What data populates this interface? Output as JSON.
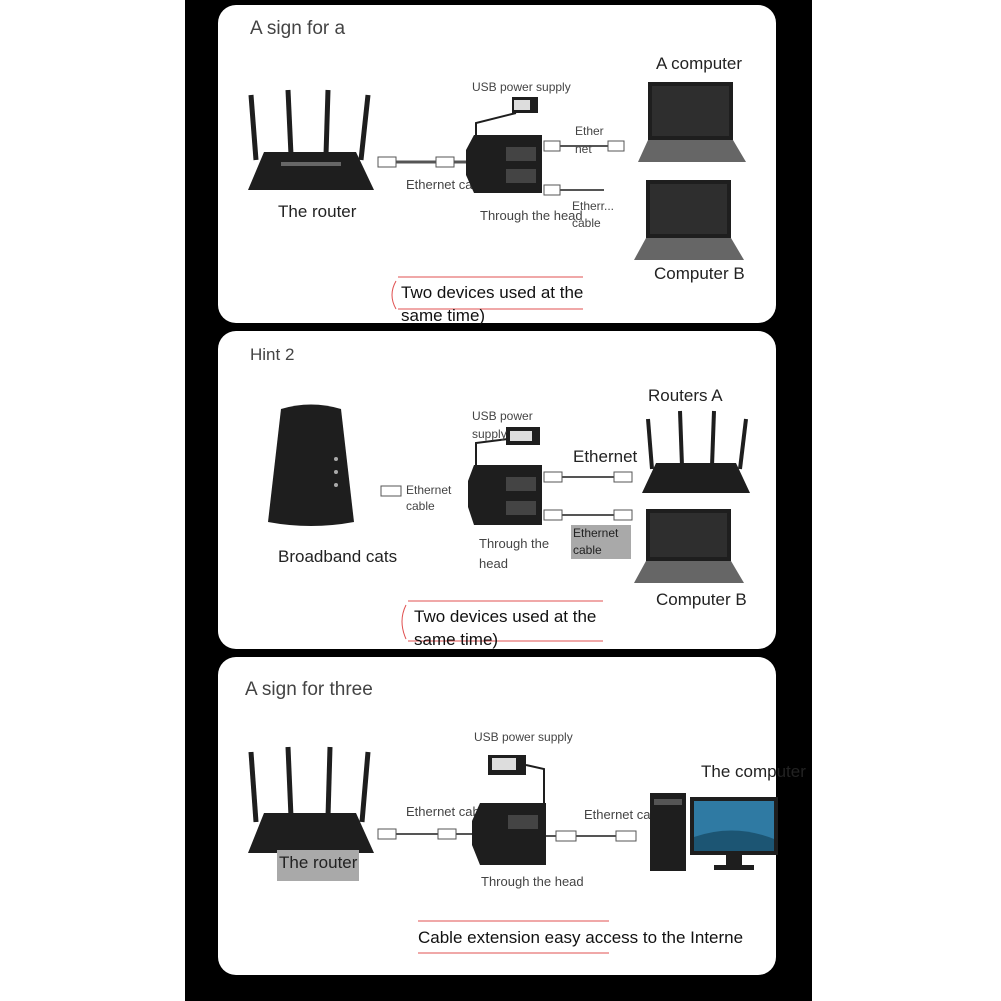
{
  "colors": {
    "background": "#000000",
    "panel": "#ffffff",
    "device": "#1e1e1e",
    "cable": "#555555",
    "bracket": "#e05050",
    "highlight": "#a9a9a9"
  },
  "panel1": {
    "title": "A sign for a",
    "usb": "USB power supply",
    "ether1": "Ether net",
    "router": "The router",
    "ethernet_cable": "Ethernet cable",
    "through_head": "Through the head",
    "ether2": "Etherr... cable",
    "computer_a": "A computer",
    "computer_b": "Computer B",
    "note": "Two devices used at the same time)"
  },
  "panel2": {
    "title": "Hint 2",
    "usb": "USB power supply",
    "routers_a": "Routers A",
    "ethernet": "Ethernet",
    "ethernet_cable": "Ethernet cable",
    "ethernet_cable2": "Ethernet cable",
    "through_head": "Through the head",
    "broadband": "Broadband cats",
    "computer_b": "Computer B",
    "note": "Two devices used at the same time)"
  },
  "panel3": {
    "title": "A sign for three",
    "usb": "USB power supply",
    "computer": "The computer",
    "ethernet_cable1": "Ethernet cable",
    "ethernet_cable2": "Ethernet cable",
    "router": "The router",
    "through_head": "Through the head",
    "note": "Cable extension easy access to the Interne"
  }
}
